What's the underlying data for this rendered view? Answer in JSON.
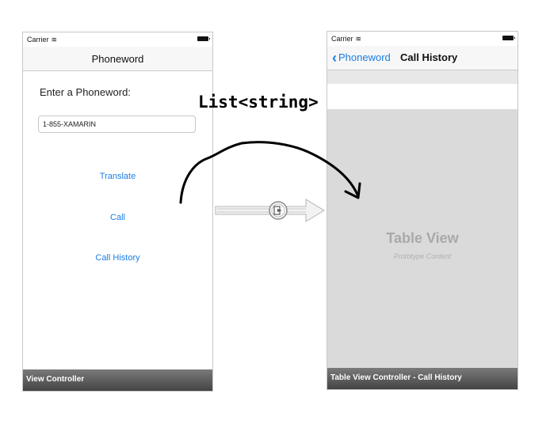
{
  "view_controller": {
    "status_carrier": "Carrier",
    "nav_title": "Phoneword",
    "enter_label": "Enter a Phoneword:",
    "phoneword_value": "1-855-XAMARIN",
    "translate_label": "Translate",
    "call_label": "Call",
    "call_history_label": "Call History",
    "scene_label": "View Controller"
  },
  "table_view_controller": {
    "status_carrier": "Carrier",
    "back_label": "Phoneword",
    "nav_title": "Call History",
    "placeholder_title": "Table View",
    "placeholder_subtitle": "Prototype Content",
    "scene_label": "Table View Controller - Call History"
  },
  "annotation": {
    "text": "List<string>"
  },
  "colors": {
    "ios_blue": "#1a7ee6",
    "scene_bar": "#555555",
    "table_placeholder": "#dadada"
  },
  "icons": [
    "wifi-icon",
    "battery-icon",
    "back-chevron-icon",
    "segue-icon",
    "arrow-icon"
  ]
}
